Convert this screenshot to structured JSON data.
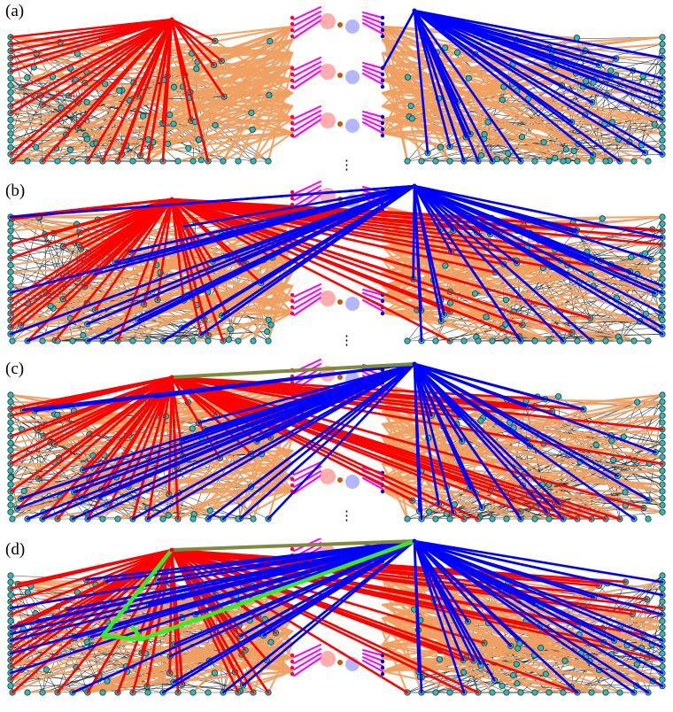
{
  "figure": {
    "colors": {
      "red_hub": "#ff0000",
      "blue_hub": "#0000ff",
      "orange_link": "#f0a060",
      "magenta_link": "#ff00ff",
      "olive_link": "#808a3c",
      "green_path": "#33ee22",
      "grid_edge": "#1a1a1a",
      "node": "#3cb4b4"
    },
    "panels": [
      {
        "label": "(a)",
        "ellipsis": "⋮",
        "blue_to_left": false,
        "hub_link": false,
        "green_path": false
      },
      {
        "label": "(b)",
        "ellipsis": "⋮",
        "blue_to_left": true,
        "hub_link": false,
        "green_path": false
      },
      {
        "label": "(c)",
        "ellipsis": "⋮",
        "blue_to_left": true,
        "hub_link": true,
        "green_path": false
      },
      {
        "label": "(d)",
        "ellipsis": "",
        "blue_to_left": true,
        "hub_link": true,
        "green_path": true
      }
    ]
  }
}
